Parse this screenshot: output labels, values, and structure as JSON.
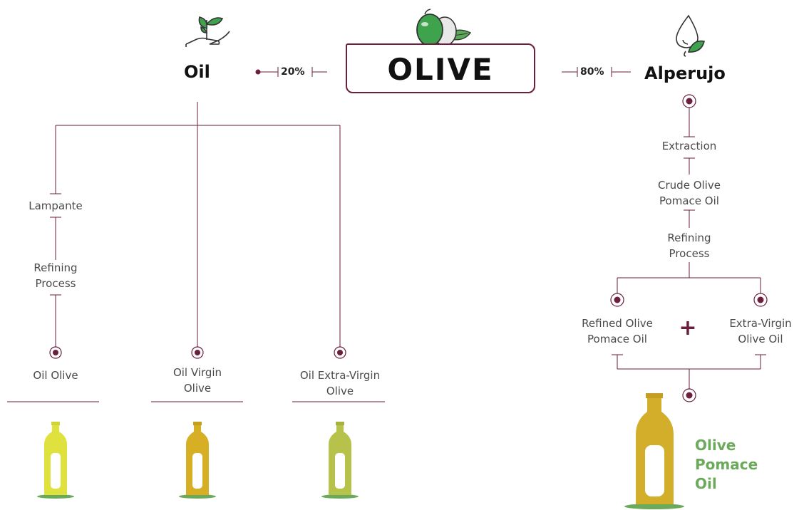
{
  "root": {
    "title": "OLIVE"
  },
  "branches": {
    "oil": {
      "title": "Oil",
      "percentage": "20%",
      "icon": "plant-in-hand-icon",
      "path": {
        "lampante": "Lampante",
        "refining": "Refining\nProcess"
      },
      "products": [
        {
          "label": "Oil Olive",
          "bottle_color": "#dfe13f",
          "shadow_color": "#6aaa5a"
        },
        {
          "label": "Oil Virgin\nOlive",
          "bottle_color": "#d7af24",
          "shadow_color": "#6aaa5a"
        },
        {
          "label": "Oil Extra-Virgin\nOlive",
          "bottle_color": "#b6c24a",
          "shadow_color": "#6aaa5a"
        }
      ]
    },
    "alperujo": {
      "title": "Alperujo",
      "percentage": "80%",
      "icon": "oil-drop-leaf-icon",
      "steps": {
        "extraction": "Extraction",
        "crude": "Crude Olive\nPomace Oil",
        "refining": "Refining\nProcess"
      },
      "combine": {
        "left": "Refined Olive\nPomace Oil",
        "plus": "+",
        "right": "Extra-Virgin\nOlive Oil"
      },
      "result": {
        "label": "Olive\nPomace\nOil",
        "bottle_color": "#d3ae2b",
        "label_color": "#6aaa5a"
      }
    }
  },
  "colors": {
    "connector": "#6b1e3e",
    "node_fill": "#6b1e3e",
    "leaf_green": "#2e9e4a",
    "olive_dark": "#3a8a2e"
  }
}
